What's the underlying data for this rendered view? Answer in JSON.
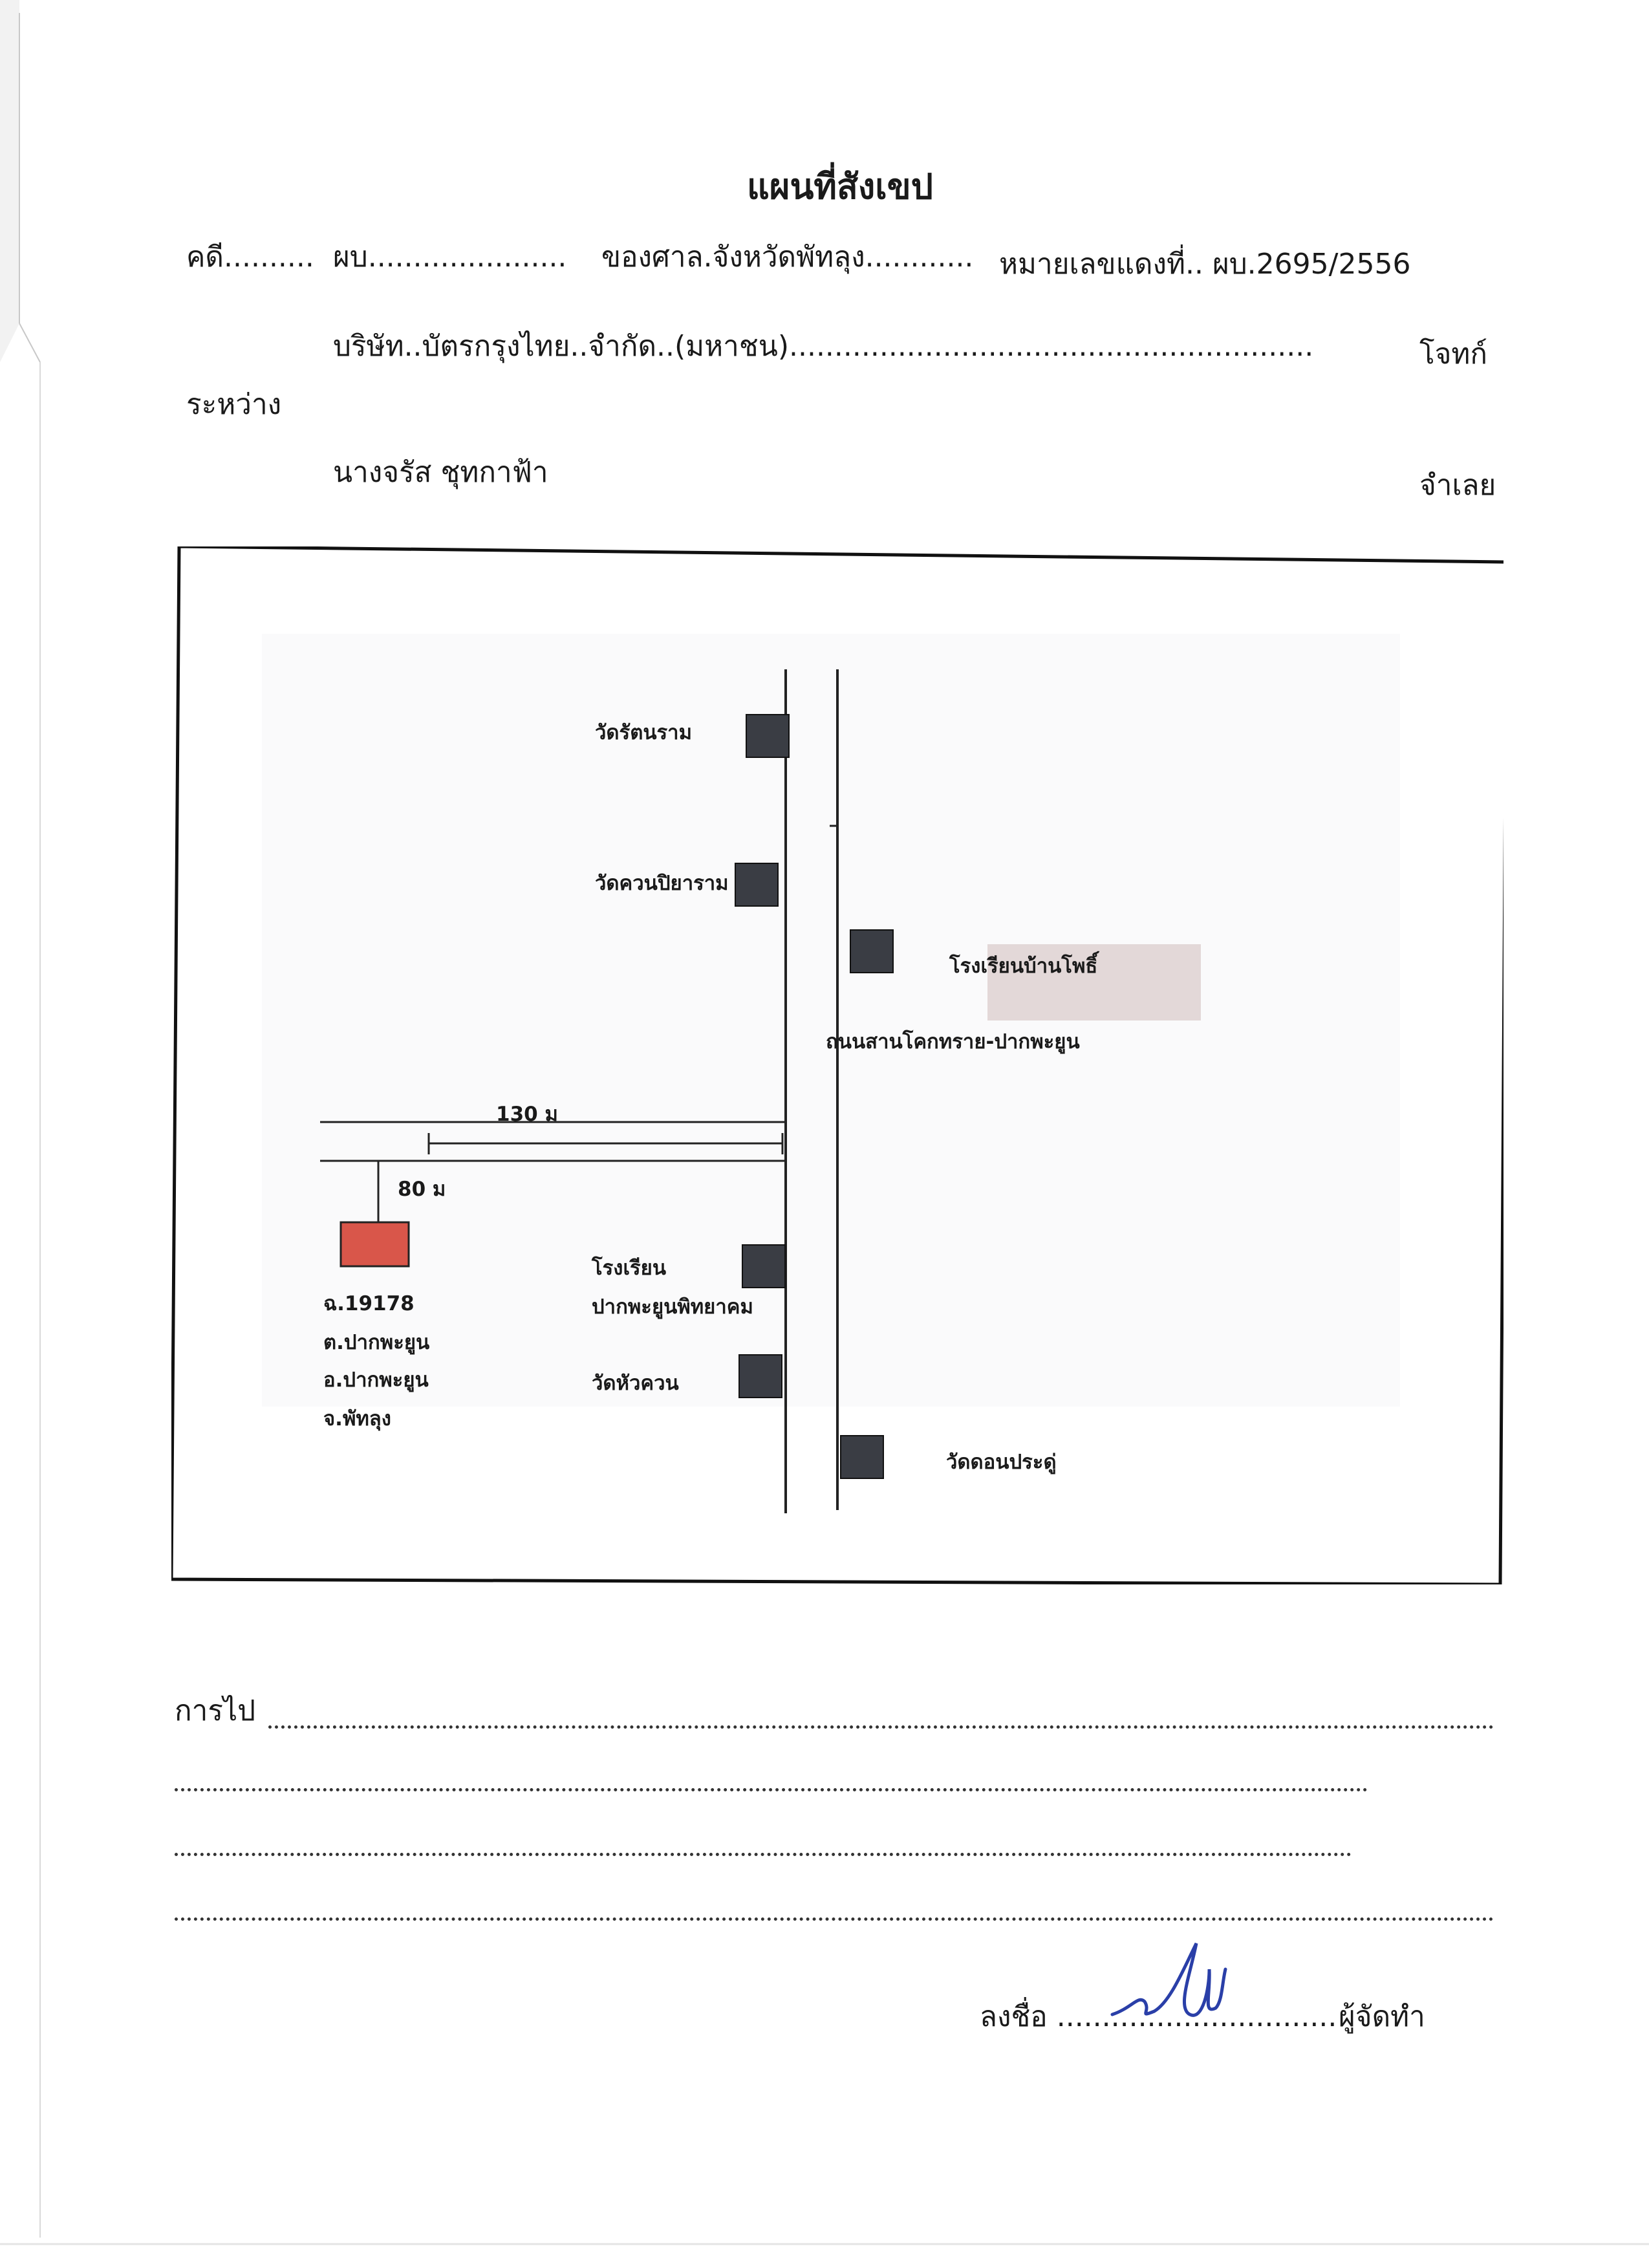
{
  "header": {
    "title": "แผนที่สังเขป",
    "case_prefix": "คดี..........",
    "case_type": "ผบ......................",
    "court": "ของศาล.จังหวัดพัทลุง............",
    "red_number": "หมายเลขแดงที่.. ผบ.2695/2556"
  },
  "parties": {
    "between_label": "ระหว่าง",
    "plaintiff_name": "บริษัท..บัตรกรุงไทย..จำกัด..(มหาชน)..........................................................",
    "plaintiff_role": "โจทก์",
    "defendant_name": "นางจรัส     ชุทกาฟ้า",
    "defendant_role": "จำเลย"
  },
  "map": {
    "landmarks": {
      "wat_rattanaram": "วัดรัตนราม",
      "wat_khuan_piyaram": "วัดควนปิยาราม",
      "ban_pho_school": "โรงเรียนบ้านโพธิ์",
      "road_name": "ถนนสานโคกทราย-ปากพะยูน",
      "school_line1": "โรงเรียน",
      "school_line2": "ปากพะยูนพิทยาคม",
      "wat_hua_khuan": "วัดหัวควน",
      "wat_don_pradu": "วัดดอนประดู่"
    },
    "distances": {
      "d1": "130 ม",
      "d2": "80 ม"
    },
    "target": {
      "title_deed": "ฉ.19178",
      "subdistrict": "ต.ปากพะยูน",
      "district": "อ.ปากพะยูน",
      "province": "จ.พัทลุง"
    },
    "colors": {
      "target_fill": "#d9564a",
      "landmark_fill": "#3a3d44",
      "highlight_fill": "#e3d8d8"
    }
  },
  "directions": {
    "label": "การไป"
  },
  "signature": {
    "label": "ลงชื่อ ...............................",
    "role": "ผู้จัดทำ"
  }
}
